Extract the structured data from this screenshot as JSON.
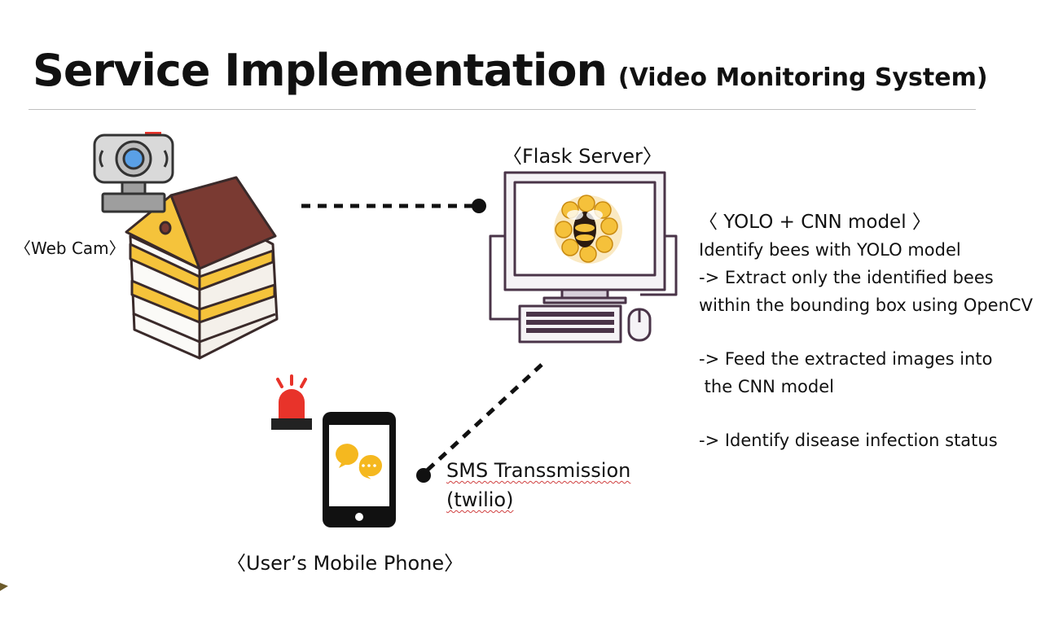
{
  "title": {
    "main": "Service Implementation",
    "sub": "(Video Monitoring System)"
  },
  "labels": {
    "webcam": "〈Web Cam〉",
    "server": "〈Flask Server〉",
    "phone": "〈User’s Mobile Phone〉",
    "sms_line1": "SMS Transsmission",
    "sms_line2": "(twilio)"
  },
  "model": {
    "heading": "〈 YOLO + CNN model 〉",
    "lines": [
      "Identify bees with YOLO model",
      "-> Extract only the identified bees",
      "within the bounding box using OpenCV",
      "->  Feed the extracted images into",
      " the CNN model",
      "-> Identify disease infection status"
    ]
  },
  "colors": {
    "hive_roof": "#7a3a32",
    "hive_yellow": "#f5c33b",
    "outline": "#3a2a2a",
    "monitor": "#4a3448",
    "siren": "#e8332a",
    "chat": "#f5b81f",
    "connector": "#111111"
  },
  "icons": [
    "webcam-icon",
    "beehive-icon",
    "computer-icon",
    "bee-image",
    "siren-icon",
    "smartphone-icon",
    "chat-bubbles-icon"
  ]
}
